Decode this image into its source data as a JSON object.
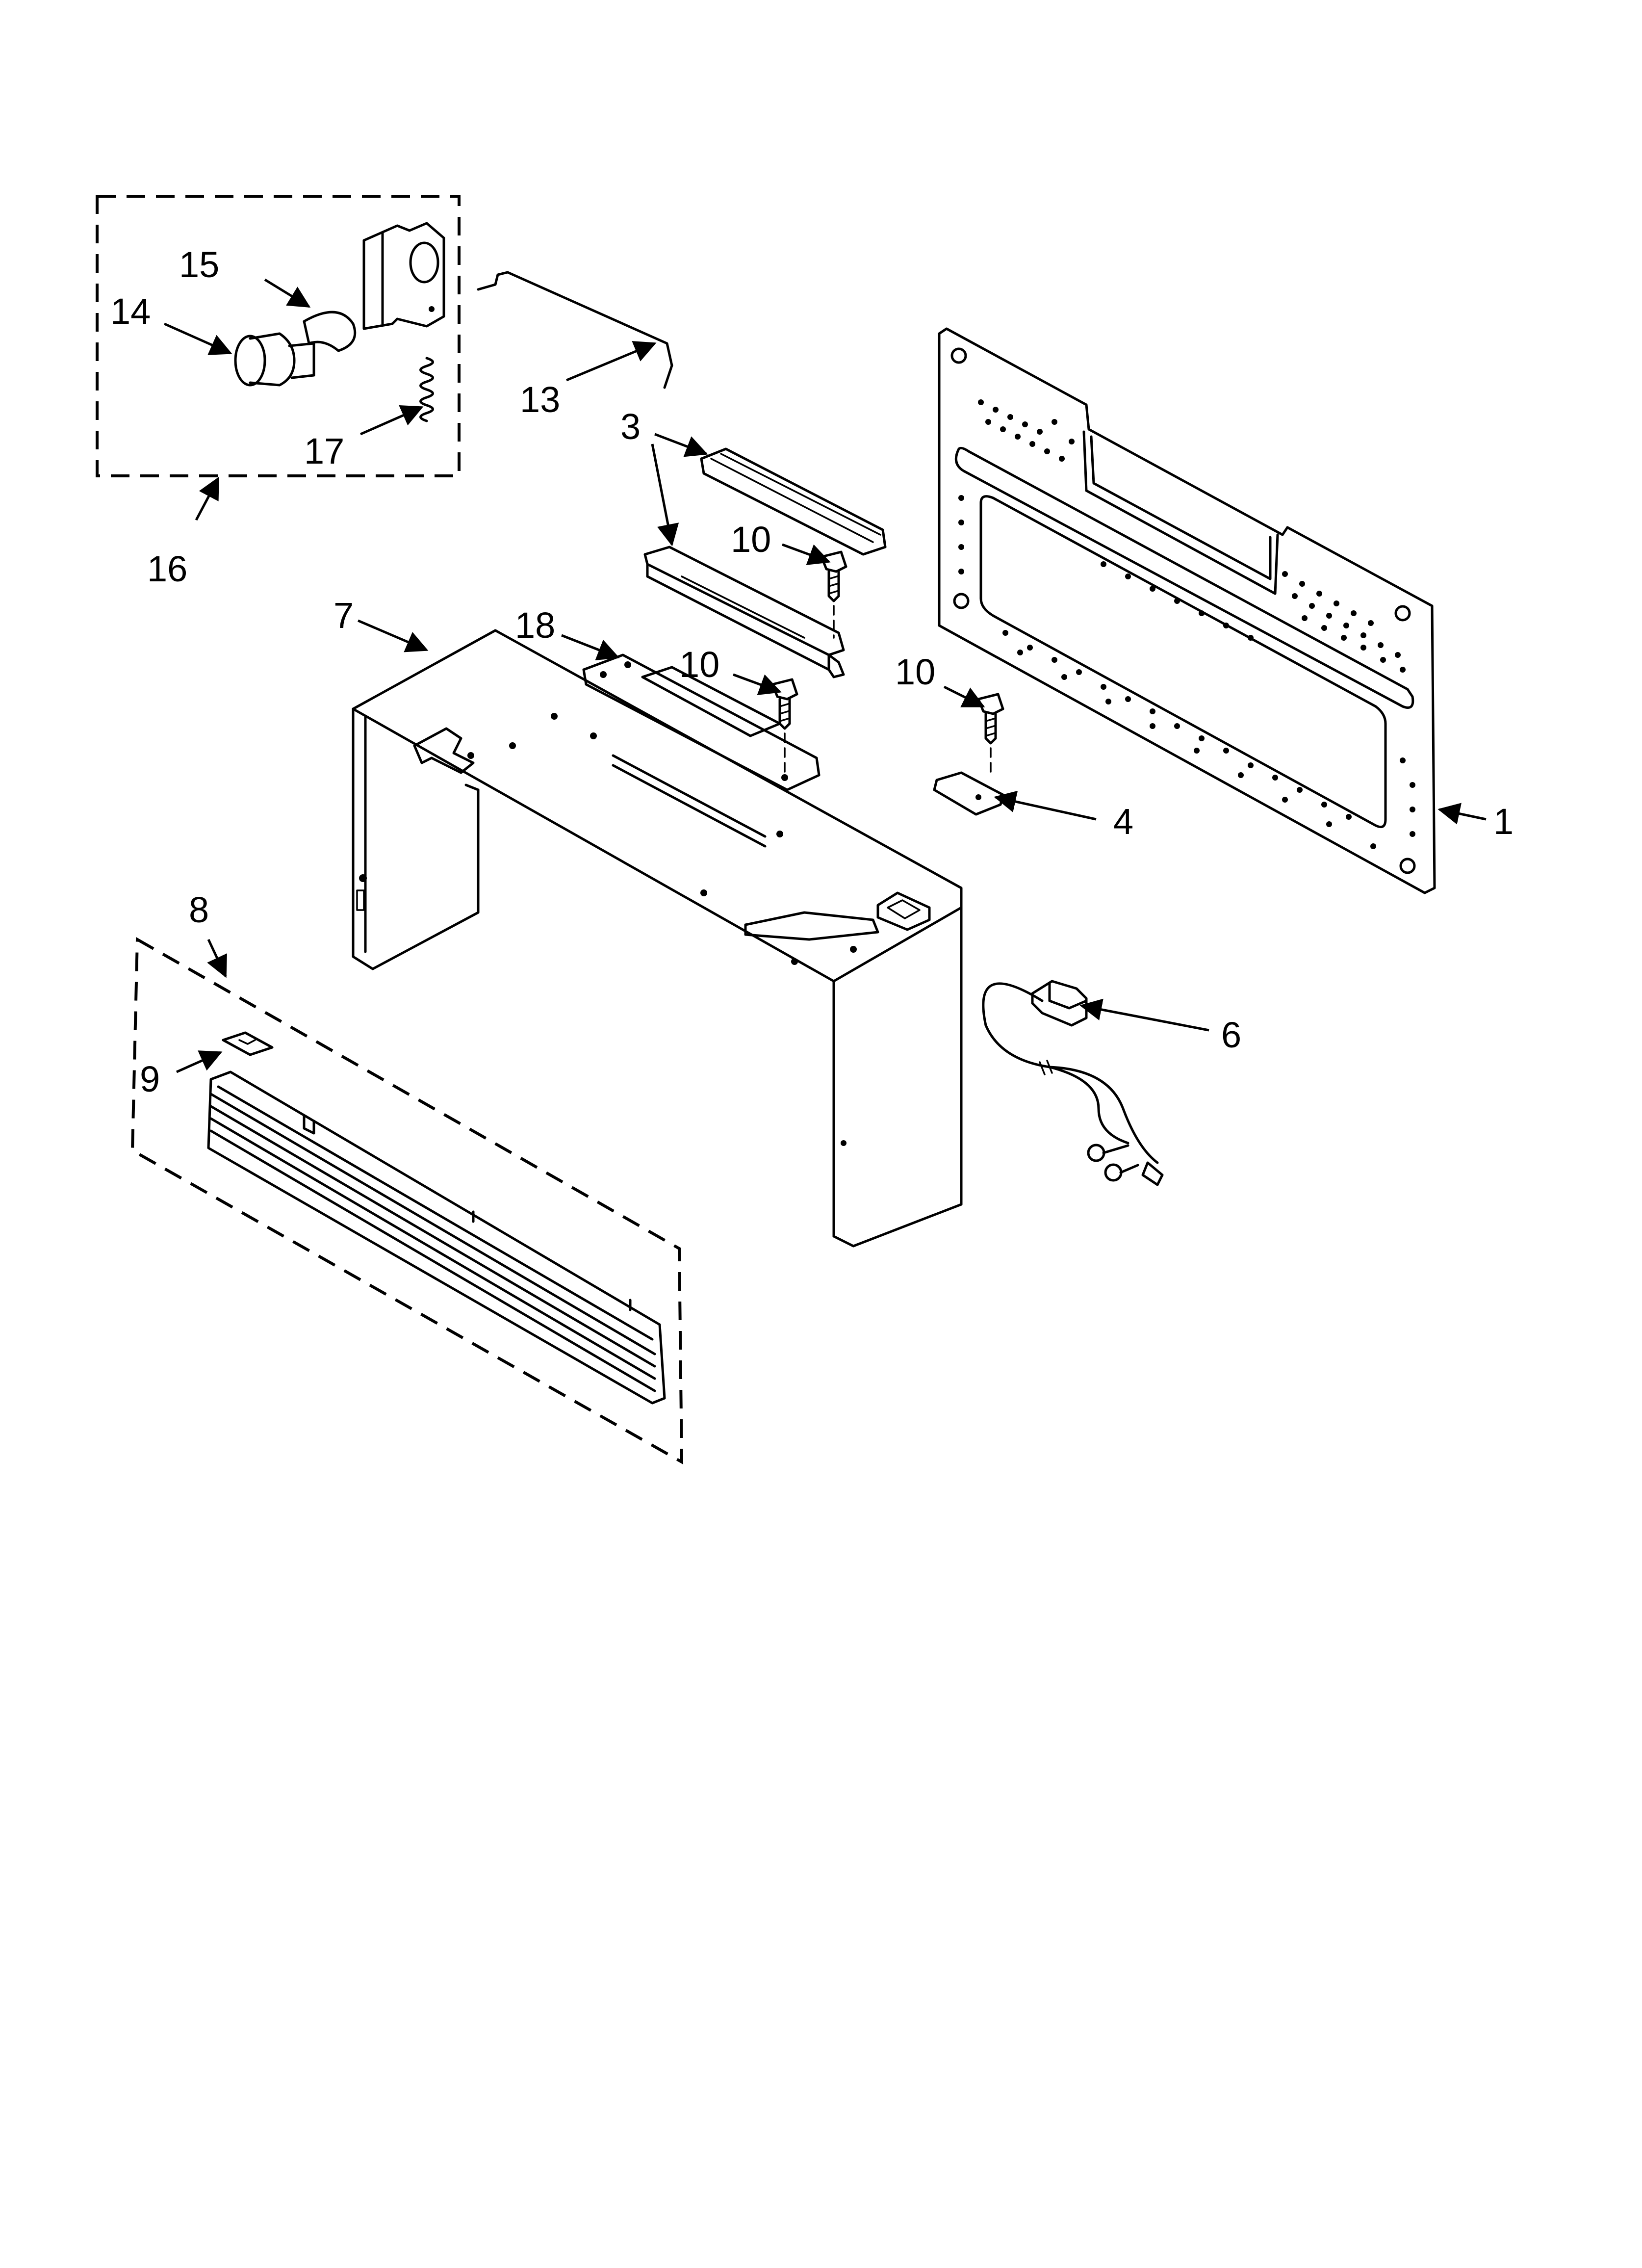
{
  "callouts": {
    "c1": "1",
    "c3": "3",
    "c4": "4",
    "c6": "6",
    "c7": "7",
    "c8": "8",
    "c9": "9",
    "c10a": "10",
    "c10b": "10",
    "c10c": "10",
    "c13": "13",
    "c14": "14",
    "c15": "15",
    "c16": "16",
    "c17": "17",
    "c18": "18"
  }
}
